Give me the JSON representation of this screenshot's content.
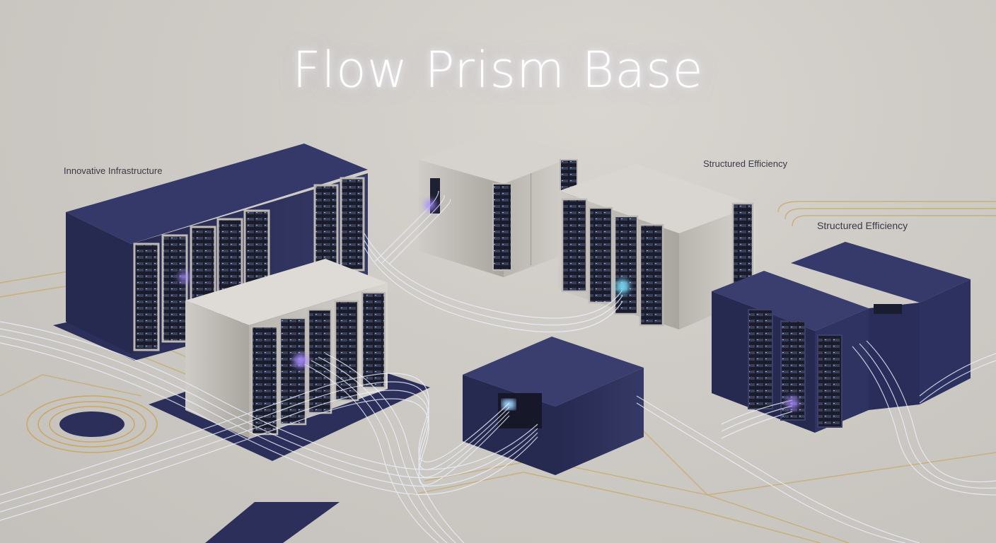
{
  "scene": {
    "title": "Flow Prism Base",
    "labels": {
      "left": "Innovative Infrastructure",
      "top_right": "Structured Efficiency",
      "right": "Structured Efficiency"
    },
    "colors": {
      "navy": "#2c2f5a",
      "silver": "#c9c6c0",
      "gold_trace": "#c8a862",
      "fiber": "#e8eeff",
      "glow": "#a88cff"
    }
  }
}
